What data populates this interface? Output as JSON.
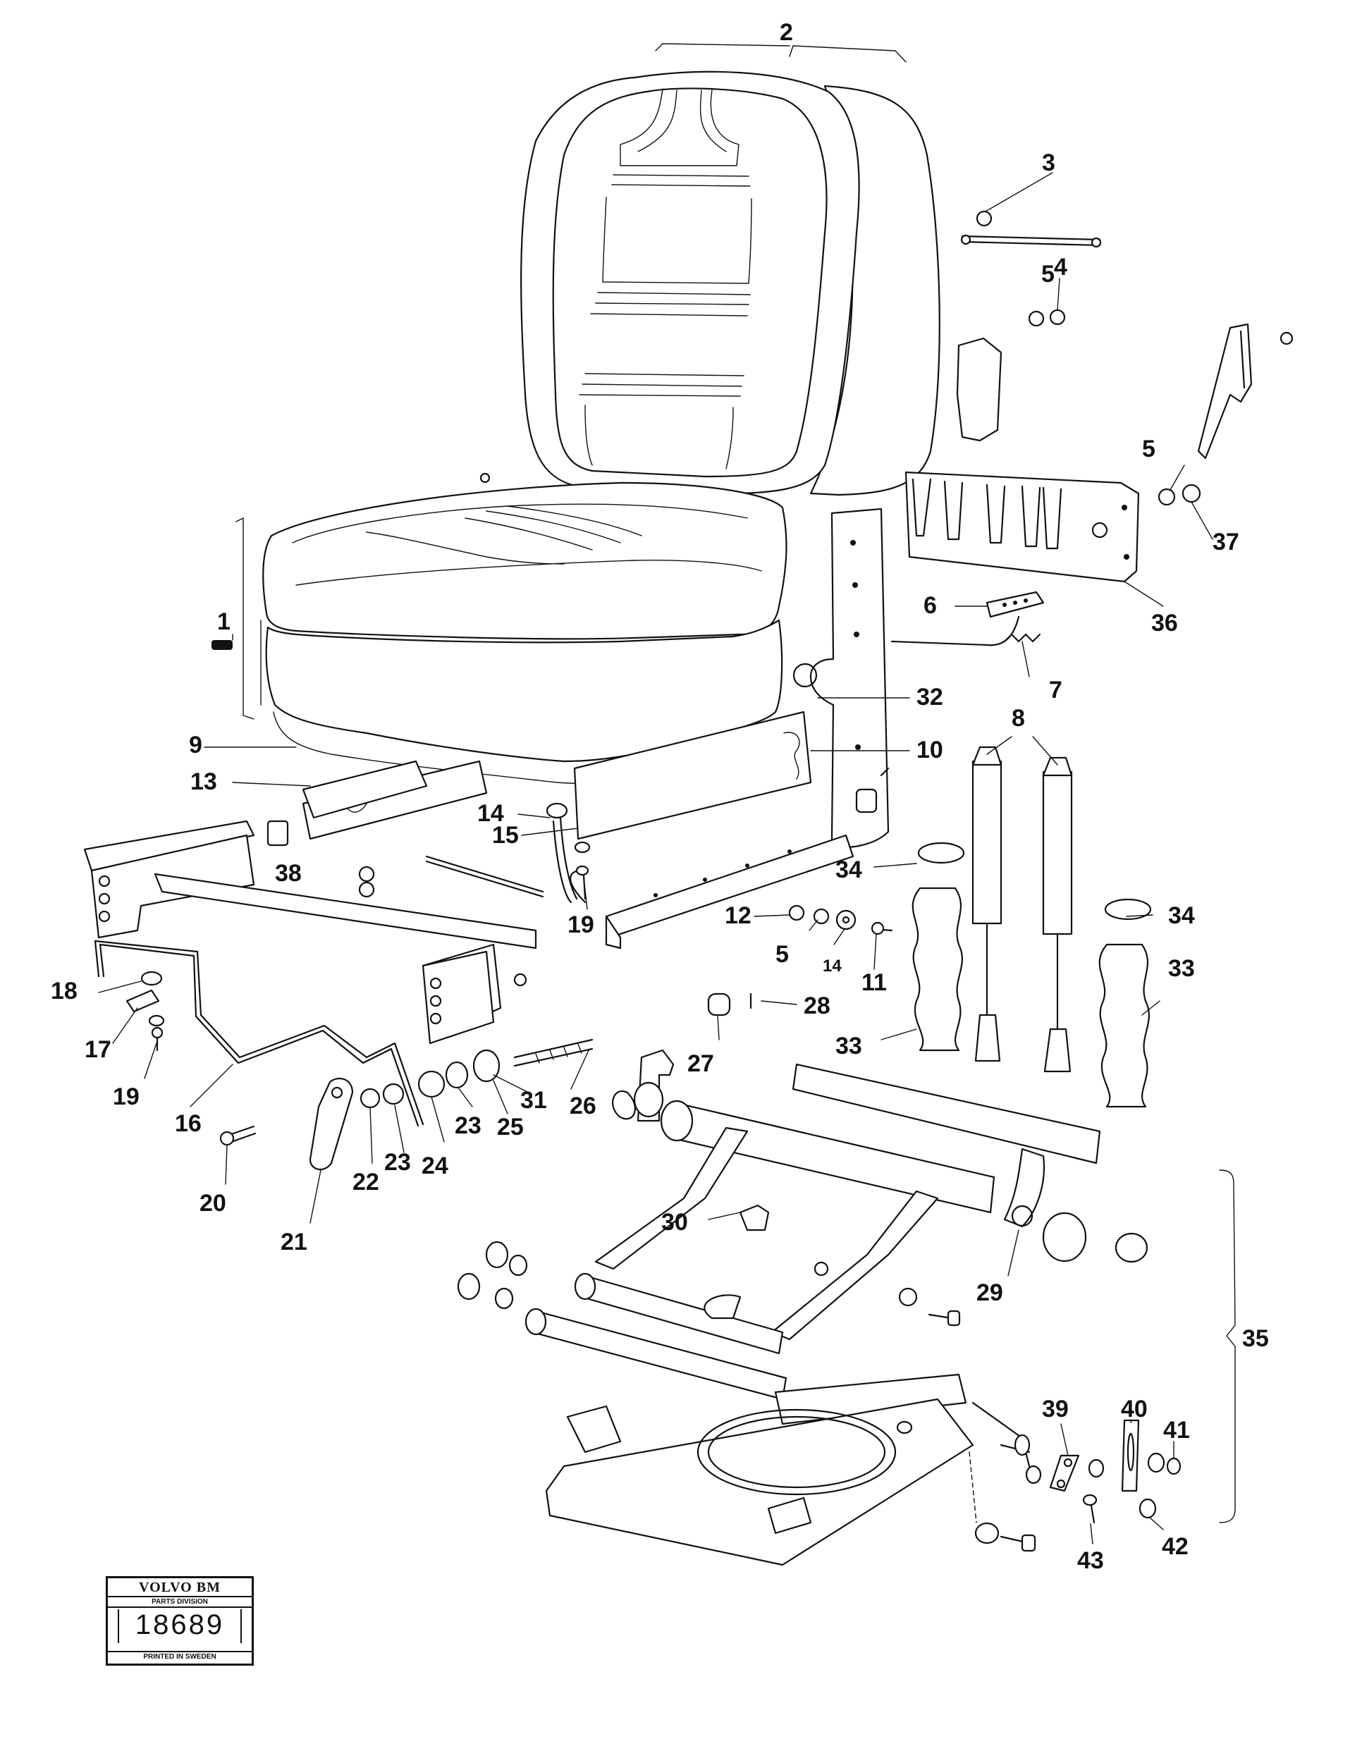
{
  "labels": {
    "l1": "1",
    "l2": "2",
    "l3": "3",
    "l4": "4",
    "l5a": "5",
    "l5b": "5",
    "l5c": "5",
    "l6": "6",
    "l7": "7",
    "l8": "8",
    "l9": "9",
    "l10": "10",
    "l11": "11",
    "l12": "12",
    "l13": "13",
    "l14a": "14",
    "l14b": "14",
    "l15": "15",
    "l16": "16",
    "l17": "17",
    "l18": "18",
    "l19a": "19",
    "l19b": "19",
    "l20": "20",
    "l21": "21",
    "l22": "22",
    "l23a": "23",
    "l23b": "23",
    "l24": "24",
    "l25": "25",
    "l26": "26",
    "l27": "27",
    "l28": "28",
    "l29": "29",
    "l30": "30",
    "l31": "31",
    "l32": "32",
    "l33a": "33",
    "l33b": "33",
    "l34a": "34",
    "l34b": "34",
    "l35": "35",
    "l36": "36",
    "l37": "37",
    "l38": "38",
    "l39": "39",
    "l40": "40",
    "l41": "41",
    "l42": "42",
    "l43": "43"
  },
  "stamp": {
    "brand": "VOLVO BM",
    "division": "PARTS DIVISION",
    "number": "18689",
    "printed": "PRINTED IN SWEDEN"
  }
}
